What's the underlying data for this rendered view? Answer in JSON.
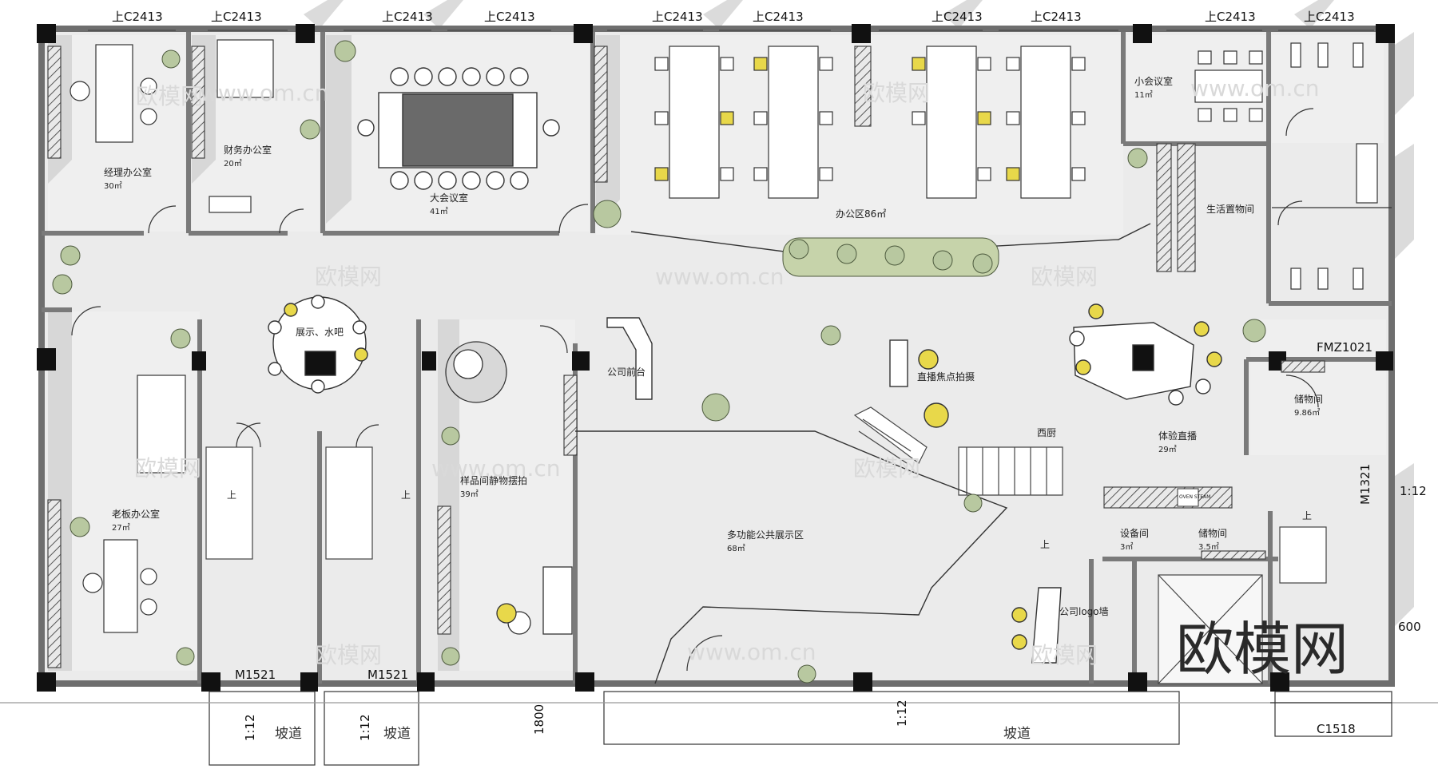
{
  "rooms": [
    {
      "key": "manager",
      "name": "经理办公室",
      "area": "30㎡"
    },
    {
      "key": "finance",
      "name": "财务办公室",
      "area": "20㎡"
    },
    {
      "key": "big_meeting",
      "name": "大会议室",
      "area": "41㎡"
    },
    {
      "key": "office",
      "name": "办公区86㎡",
      "area": ""
    },
    {
      "key": "small_meeting",
      "name": "小会议室",
      "area": "11㎡"
    },
    {
      "key": "living_storage",
      "name": "生活置物间",
      "area": ""
    },
    {
      "key": "display_bar",
      "name": "展示、水吧",
      "area": ""
    },
    {
      "key": "reception",
      "name": "公司前台",
      "area": ""
    },
    {
      "key": "sample",
      "name": "样品间静物摆拍",
      "area": "39㎡"
    },
    {
      "key": "live_focus",
      "name": "直播焦点拍摄",
      "area": ""
    },
    {
      "key": "west_kitchen",
      "name": "西厨",
      "area": ""
    },
    {
      "key": "experience",
      "name": "体验直播",
      "area": "29㎡"
    },
    {
      "key": "storage1",
      "name": "储物间",
      "area": "9.86㎡"
    },
    {
      "key": "boss",
      "name": "老板办公室",
      "area": "27㎡"
    },
    {
      "key": "multi",
      "name": "多功能公共展示区",
      "area": "68㎡"
    },
    {
      "key": "equipment",
      "name": "设备间",
      "area": "3㎡"
    },
    {
      "key": "storage2",
      "name": "储物间",
      "area": "3.5㎡"
    },
    {
      "key": "logo_wall",
      "name": "公司logo墙",
      "area": ""
    }
  ],
  "windows": [
    "上C2413",
    "上C2413",
    "上C2413",
    "上C2413",
    "上C2413",
    "上C2413",
    "上C2413",
    "上C2413",
    "上C2413",
    "上C2413"
  ],
  "door_codes": {
    "m1521_a": "M1521",
    "m1521_b": "M1521",
    "fmz": "FMZ1021",
    "m1321": "M1321",
    "c1518": "C1518"
  },
  "ramps": {
    "label": "坡道",
    "slope": "1:12"
  },
  "dims": {
    "d1800": "1800",
    "d600": "600"
  },
  "stair_up": "上",
  "appliance": "OVEN STEAM",
  "watermark": {
    "logo": "欧模网",
    "url": "www.om.cn"
  }
}
